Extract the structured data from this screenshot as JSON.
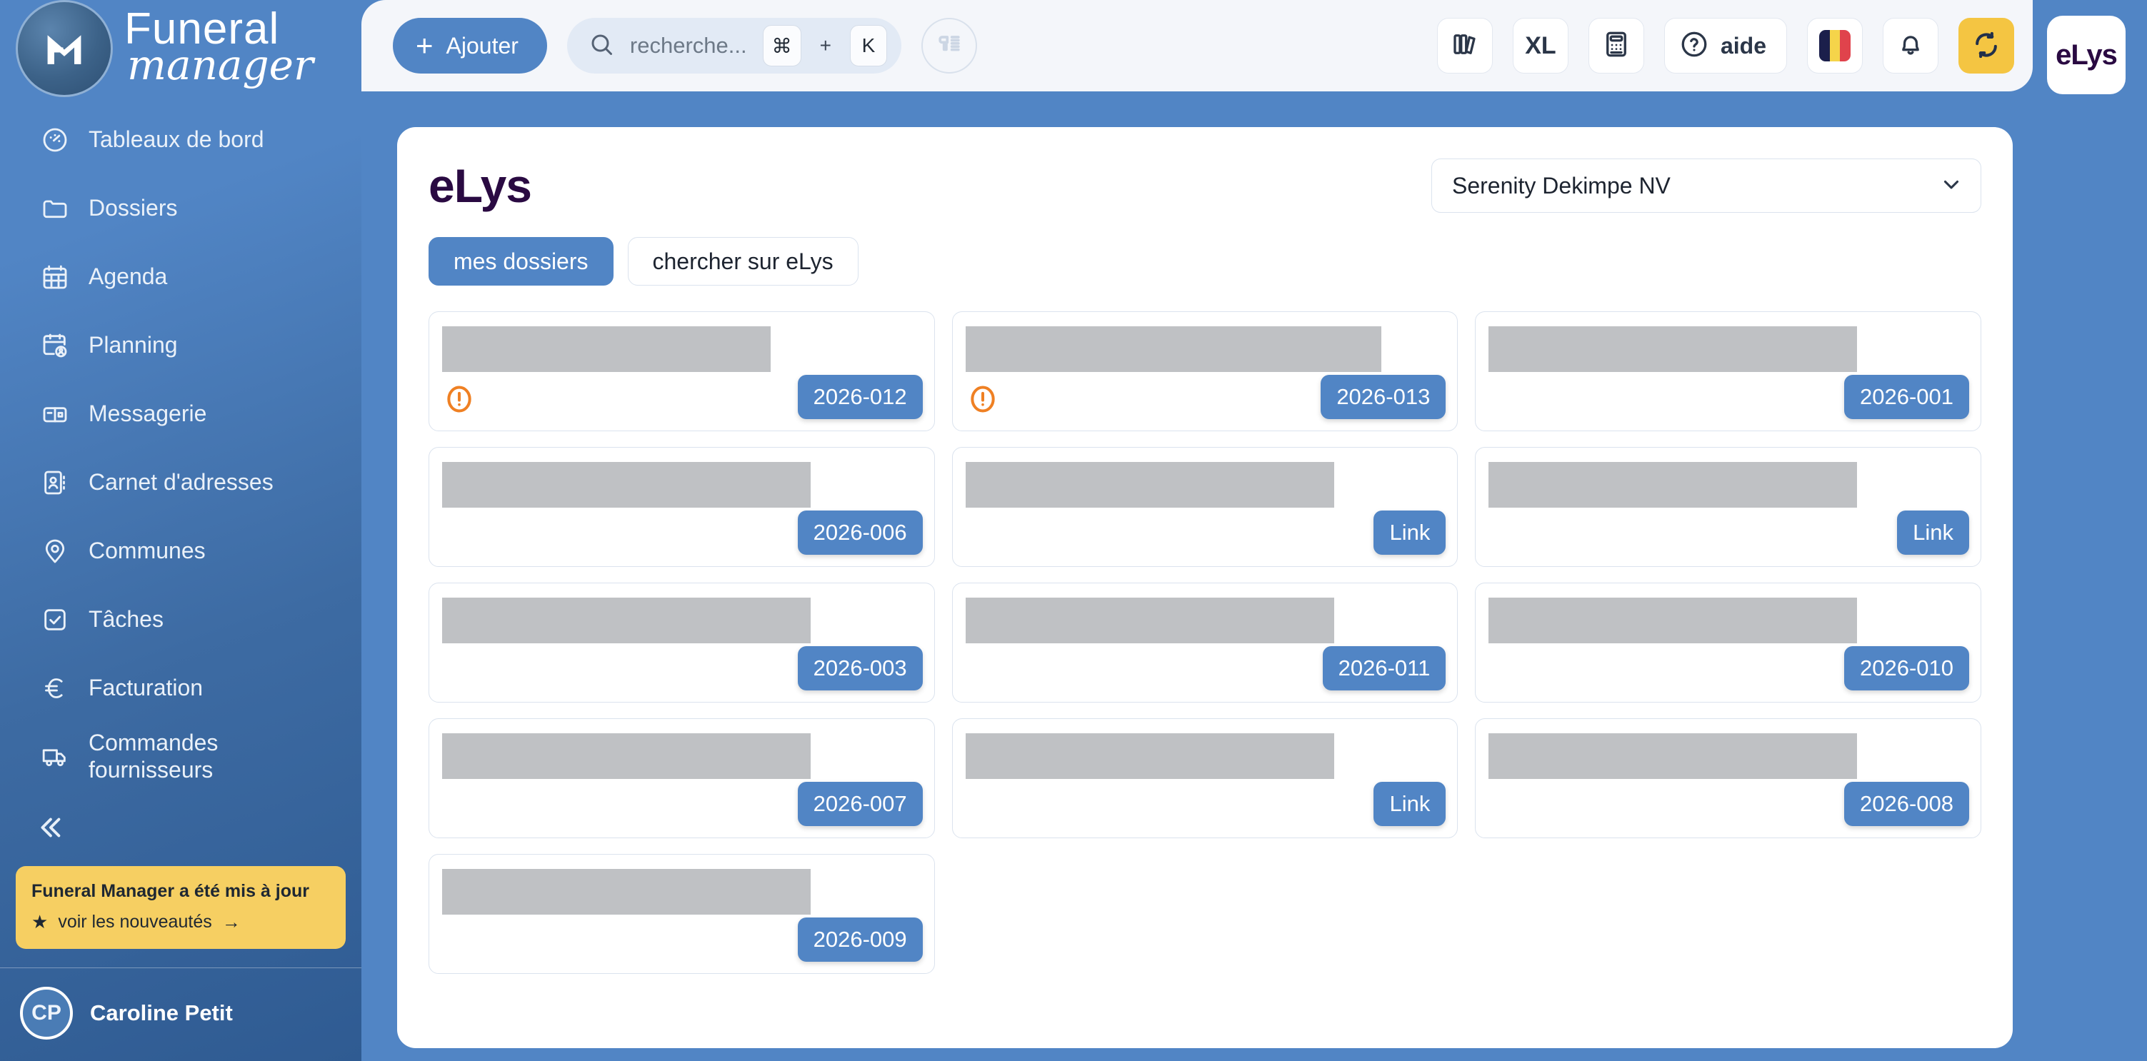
{
  "brand": {
    "logo_initials": "M",
    "name_line1": "Funeral",
    "name_line2": "manager"
  },
  "sidebar": {
    "items": [
      {
        "label": "Tableaux de bord",
        "icon": "dashboard-gauge-icon"
      },
      {
        "label": "Dossiers",
        "icon": "folder-icon"
      },
      {
        "label": "Agenda",
        "icon": "calendar-grid-icon"
      },
      {
        "label": "Planning",
        "icon": "calendar-person-icon"
      },
      {
        "label": "Messagerie",
        "icon": "mailbox-icon"
      },
      {
        "label": "Carnet d'adresses",
        "icon": "address-book-icon"
      },
      {
        "label": "Communes",
        "icon": "map-pin-icon"
      },
      {
        "label": "Tâches",
        "icon": "checkbox-icon"
      },
      {
        "label": "Facturation",
        "icon": "euro-icon"
      },
      {
        "label": "Commandes\nfournisseurs",
        "icon": "truck-icon"
      }
    ],
    "collapse_icon": "double-chevron-left-icon",
    "update_banner": {
      "title": "Funeral Manager a été mis à jour",
      "link_label": "voir les nouveautés",
      "star_icon": "star-icon",
      "arrow_icon": "arrow-right-icon",
      "background": "#f6cf62"
    },
    "user": {
      "initials": "CP",
      "name": "Caroline Petit"
    }
  },
  "topbar": {
    "add_label": "Ajouter",
    "add_icon": "plus-icon",
    "search": {
      "placeholder": "recherche...",
      "icon": "search-icon",
      "shortcut_key": "⌘",
      "shortcut_plus": "+",
      "shortcut_letter": "K"
    },
    "scan_icon": "barcode-scanner-icon",
    "tools": [
      {
        "name": "library-books-icon",
        "type": "icon",
        "label": ""
      },
      {
        "name": "xl-button",
        "type": "text",
        "label": "XL"
      },
      {
        "name": "calculator-icon",
        "type": "icon",
        "label": ""
      },
      {
        "name": "help-button",
        "type": "help",
        "label": "aide"
      },
      {
        "name": "language-flag-icon",
        "type": "flag",
        "label": ""
      },
      {
        "name": "notifications-bell-icon",
        "type": "icon",
        "label": ""
      },
      {
        "name": "sync-refresh-button",
        "type": "sync",
        "label": ""
      }
    ],
    "elys_badge": "eLys"
  },
  "main": {
    "page_title": "eLys",
    "company_select": {
      "value": "Serenity Dekimpe NV",
      "chevron": "chevron-down-icon"
    },
    "tabs": [
      {
        "label": "mes dossiers",
        "active": true
      },
      {
        "label": "chercher sur eLys",
        "active": false
      }
    ],
    "cards": [
      {
        "badge": "2026-012",
        "warning": true,
        "redact_width": 460
      },
      {
        "badge": "2026-013",
        "warning": true,
        "redact_width": 582
      },
      {
        "badge": "2026-001",
        "warning": false,
        "redact_width": 516
      },
      {
        "badge": "2026-006",
        "warning": false,
        "redact_width": 516
      },
      {
        "badge": "Link",
        "warning": false,
        "redact_width": 516
      },
      {
        "badge": "Link",
        "warning": false,
        "redact_width": 516
      },
      {
        "badge": "2026-003",
        "warning": false,
        "redact_width": 516
      },
      {
        "badge": "2026-011",
        "warning": false,
        "redact_width": 516
      },
      {
        "badge": "2026-010",
        "warning": false,
        "redact_width": 516
      },
      {
        "badge": "2026-007",
        "warning": false,
        "redact_width": 516
      },
      {
        "badge": "Link",
        "warning": false,
        "redact_width": 516
      },
      {
        "badge": "2026-008",
        "warning": false,
        "redact_width": 516
      },
      {
        "badge": "2026-009",
        "warning": false,
        "redact_width": 516
      }
    ]
  },
  "colors": {
    "brand_blue": "#5185c5",
    "sidebar_blue": "#3f6fa8",
    "accent_yellow": "#f4c542",
    "warning_orange": "#ef8023",
    "elys_purple": "#2a0a42"
  }
}
